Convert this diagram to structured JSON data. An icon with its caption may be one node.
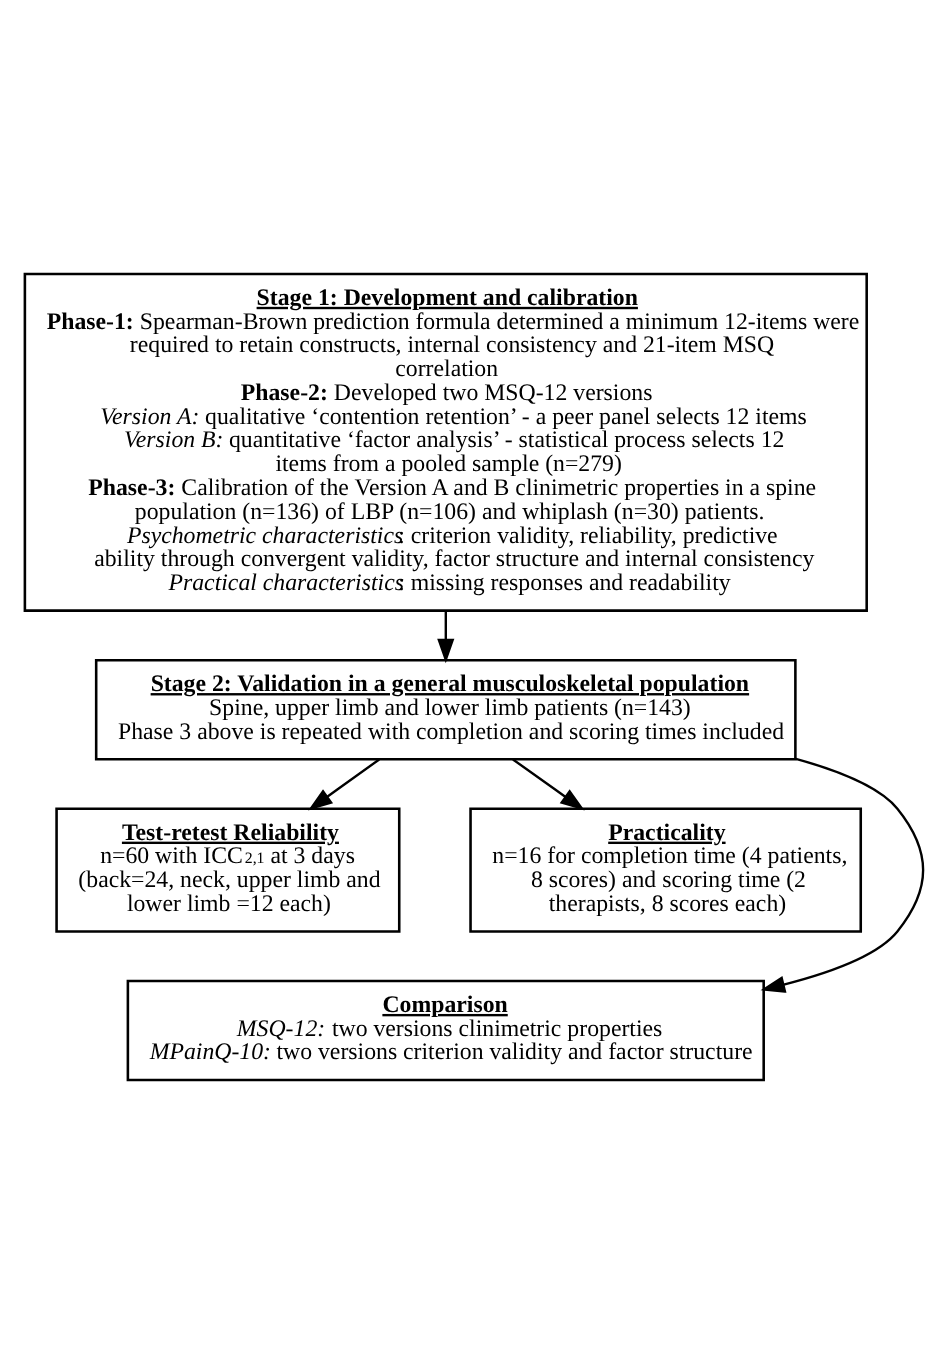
{
  "diagram": {
    "nodes": [
      {
        "text": [
          "Stage 1: Development and calibration",
          "**Phase-1:** Spearman-Brown prediction formula determined a minimum 12-items were required to retain constructs, internal consistency and 21-item MSQ correlation",
          "**Phase-2:** Developed two MSQ-12 versions",
          "*Version A:* qualitative ‘contention retention’ - a peer panel selects 12 items",
          "*Version B:* quantitative ‘factor analysis’ - statistical process selects 12 items from a pooled sample (n=279)",
          "**Phase-3:** Calibration of the Version A and B clinimetric properties in a spine population (n=136) of LBP (n=106) and whiplash (n=30) patients.",
          "*Psychometric characteristics*: criterion validity, reliability, predictive ability through convergent validity, factor structure and internal consistency",
          "*Practical characteristics*: missing responses and readability"
        ]
      },
      {
        "text": [
          "Stage 2: Validation in a general musculoskeletal population",
          "Spine, upper limb and lower limb patients (n=143)",
          "Phase 3 above is repeated with completion and scoring times included"
        ]
      },
      {
        "text": [
          "Test-retest Reliability",
          "n=60 with ICC$_{2,1}$ at 3 days (back=24, neck, upper limb and lower limb =12 each)"
        ]
      },
      {
        "text": [
          "Practicality",
          "n=16 for completion time (4 patients, 8 scores) and scoring time (2 therapists, 8 scores each)"
        ]
      },
      {
        "text": [
          "Comparison",
          "*MSQ-12:* two versions clinimetric properties",
          "*MPainQ-10:* two versions criterion validity and factor structure"
        ]
      }
    ],
    "edges": [
      {
        "from": 0,
        "to": 1,
        "arrow": "to"
      },
      {
        "from": 1,
        "to": 2,
        "arrow": "to"
      },
      {
        "from": 1,
        "to": 3,
        "arrow": "to"
      },
      {
        "from": 1,
        "to": 4,
        "arrow": "to"
      }
    ]
  }
}
